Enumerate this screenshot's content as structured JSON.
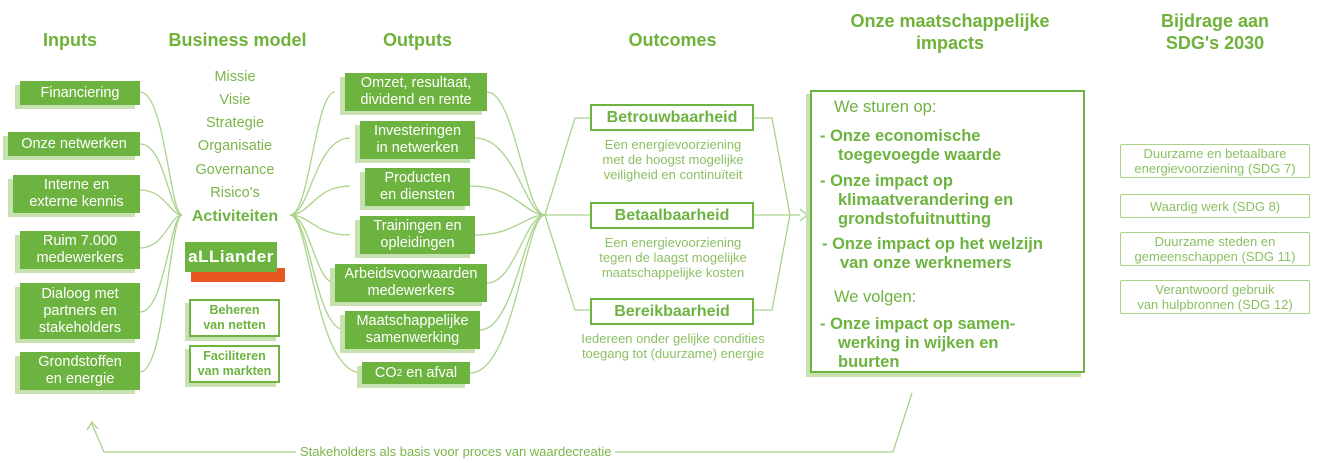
{
  "headers": {
    "inputs": "Inputs",
    "business_model": "Business model",
    "outputs": "Outputs",
    "outcomes": "Outcomes",
    "impacts_line1": "Onze maatschappelijke",
    "impacts_line2": "impacts",
    "sdg_line1": "Bijdrage aan",
    "sdg_line2": "SDG's 2030"
  },
  "inputs": [
    [
      "Financiering"
    ],
    [
      "Onze netwerken"
    ],
    [
      "Interne en",
      "externe kennis"
    ],
    [
      "Ruim 7.000",
      "medewerkers"
    ],
    [
      "Dialoog met",
      "partners en",
      "stakeholders"
    ],
    [
      "Grondstoffen",
      "en energie"
    ]
  ],
  "business_model": {
    "items": [
      "Missie",
      "Visie",
      "Strategie",
      "Organisatie",
      "Governance",
      "Risico's"
    ],
    "activities": "Activiteiten",
    "logo": "aLLiander",
    "box1": [
      "Beheren",
      "van netten"
    ],
    "box2": [
      "Faciliteren",
      "van markten"
    ]
  },
  "outputs": [
    [
      "Omzet, resultaat,",
      "dividend en rente"
    ],
    [
      "Investeringen",
      "in netwerken"
    ],
    [
      "Producten",
      "en diensten"
    ],
    [
      "Trainingen en",
      "opleidingen"
    ],
    [
      "Arbeidsvoorwaarden",
      "medewerkers"
    ],
    [
      "Maatschappelijke",
      "samenwerking"
    ],
    [
      "CO",
      "2",
      " en afval"
    ]
  ],
  "outcomes": [
    {
      "title": "Betrouwbaarheid",
      "desc": [
        "Een energievoorziening",
        "met de hoogst mogelijke",
        "veiligheid en continuïteit"
      ]
    },
    {
      "title": "Betaalbaarheid",
      "desc": [
        "Een energievoorziening",
        "tegen de laagst mogelijke",
        "maatschappelijke kosten"
      ]
    },
    {
      "title": "Bereikbaarheid",
      "desc": [
        "Iedereen onder gelijke condities",
        "toegang tot (duurzame) energie"
      ]
    }
  ],
  "impacts": {
    "sturen": "We sturen op:",
    "b1": [
      "- Onze economische",
      "toegevoegde waarde"
    ],
    "b2": [
      "- Onze impact op",
      "klimaatverandering en",
      "grondstofuitnutting"
    ],
    "b3": [
      "- Onze impact op het welzijn",
      "van onze werknemers"
    ],
    "volgen": "We volgen:",
    "b4": [
      "- Onze impact op samen-",
      "werking in wijken en",
      "buurten"
    ]
  },
  "sdgs": [
    [
      "Duurzame en betaalbare",
      "energievoorziening (SDG 7)"
    ],
    [
      "Waardig werk (SDG 8)"
    ],
    [
      "Duurzame steden en",
      "gemeenschappen (SDG 11)"
    ],
    [
      "Verantwoord gebruik",
      "van hulpbronnen (SDG 12)"
    ]
  ],
  "footer": "Stakeholders als basis voor proces van waardecreatie",
  "colors": {
    "green": "#6db33f",
    "light_green": "#8cc063",
    "logo_red": "#e8571f"
  }
}
